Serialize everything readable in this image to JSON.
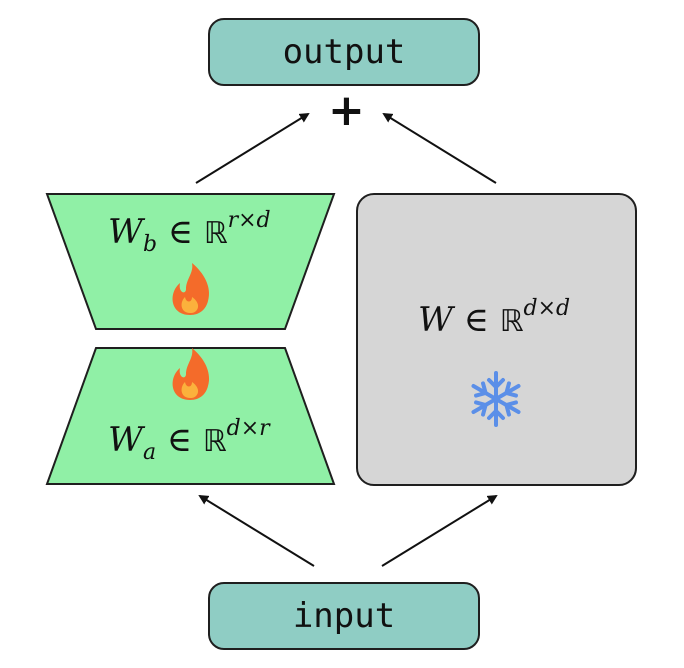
{
  "output_box": {
    "label": "output"
  },
  "input_box": {
    "label": "input"
  },
  "plus_symbol": "+",
  "top_trapezoid": {
    "var": "W",
    "sub": "b",
    "set": "ℝ",
    "exp": "r×d",
    "icon": "fire-icon"
  },
  "bottom_trapezoid": {
    "var": "W",
    "sub": "a",
    "set": "ℝ",
    "exp": "d×r",
    "icon": "fire-icon"
  },
  "frozen_matrix": {
    "var": "W",
    "set": "ℝ",
    "exp": "d×d",
    "icon": "snowflake-icon"
  },
  "colors": {
    "io_box": "#8fcdc4",
    "trapezoid": "#90f0a6",
    "frozen_box": "#d6d6d6",
    "snowflake": "#5b8fe8",
    "flame_outer": "#f46b2a",
    "flame_inner": "#fbb13c"
  }
}
